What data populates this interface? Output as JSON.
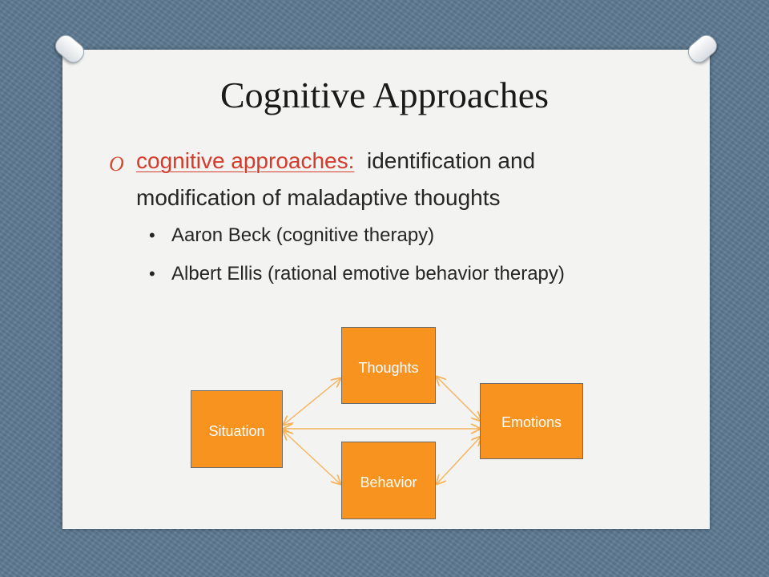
{
  "slide": {
    "title": "Cognitive Approaches",
    "bullet_marker": "O",
    "main_bullet": {
      "term": "cognitive approaches:",
      "text": "identification and modification of maladaptive thoughts"
    },
    "sub_bullets": [
      "Aaron Beck (cognitive therapy)",
      "Albert Ellis (rational emotive behavior therapy)"
    ]
  },
  "diagram": {
    "nodes": {
      "situation": "Situation",
      "thoughts": "Thoughts",
      "emotions": "Emotions",
      "behavior": "Behavior"
    },
    "box_color": "#f7931e",
    "arrow_color": "#f7b35a"
  }
}
